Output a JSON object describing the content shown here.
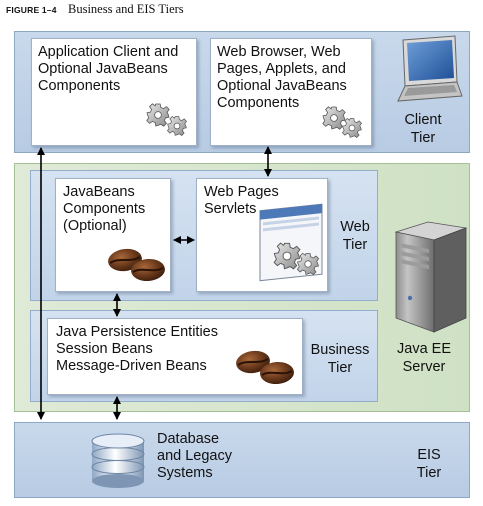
{
  "figure": {
    "label": "FIGURE 1–4",
    "title": "Business and EIS Tiers"
  },
  "client_tier": {
    "label": "Client\nTier",
    "app_client": "Application Client and\nOptional JavaBeans\nComponents",
    "web_browser": "Web Browser, Web\nPages, Applets, and\nOptional JavaBeans\nComponents"
  },
  "web_tier": {
    "label": "Web\nTier",
    "javabeans": "JavaBeans\nComponents\n(Optional)",
    "web_pages": "Web Pages\nServlets"
  },
  "business_tier": {
    "label": "Business\nTier",
    "components": "Java Persistence Entities\nSession Beans\nMessage-Driven Beans"
  },
  "server": {
    "label": "Java EE\nServer"
  },
  "eis_tier": {
    "label": "EIS\nTier",
    "database": "Database\nand Legacy\nSystems"
  },
  "colors": {
    "tier_fill": "#c9d9ec",
    "server_fill": "#d7e6cd",
    "component_fill": "#ffffff",
    "arrow": "#000000"
  },
  "icons": [
    "gear-icon",
    "laptop-icon",
    "coffee-bean-icon",
    "web-page-icon",
    "server-tower-icon",
    "database-icon"
  ]
}
